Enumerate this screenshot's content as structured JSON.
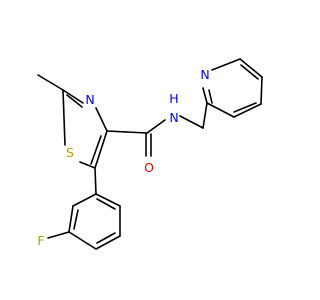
{
  "atoms": [
    {
      "id": "N1",
      "label": "N",
      "color": "#0000ff"
    },
    {
      "id": "S1",
      "label": "S",
      "color": "#b8a000"
    },
    {
      "id": "O1",
      "label": "O",
      "color": "#ff0000"
    },
    {
      "id": "N2",
      "label": "N",
      "color": "#0000ff"
    },
    {
      "id": "H1",
      "label": "H",
      "color": "#0000ff"
    },
    {
      "id": "N3",
      "label": "N",
      "color": "#0000ff"
    },
    {
      "id": "F1",
      "label": "F",
      "color": "#8fb200"
    }
  ]
}
